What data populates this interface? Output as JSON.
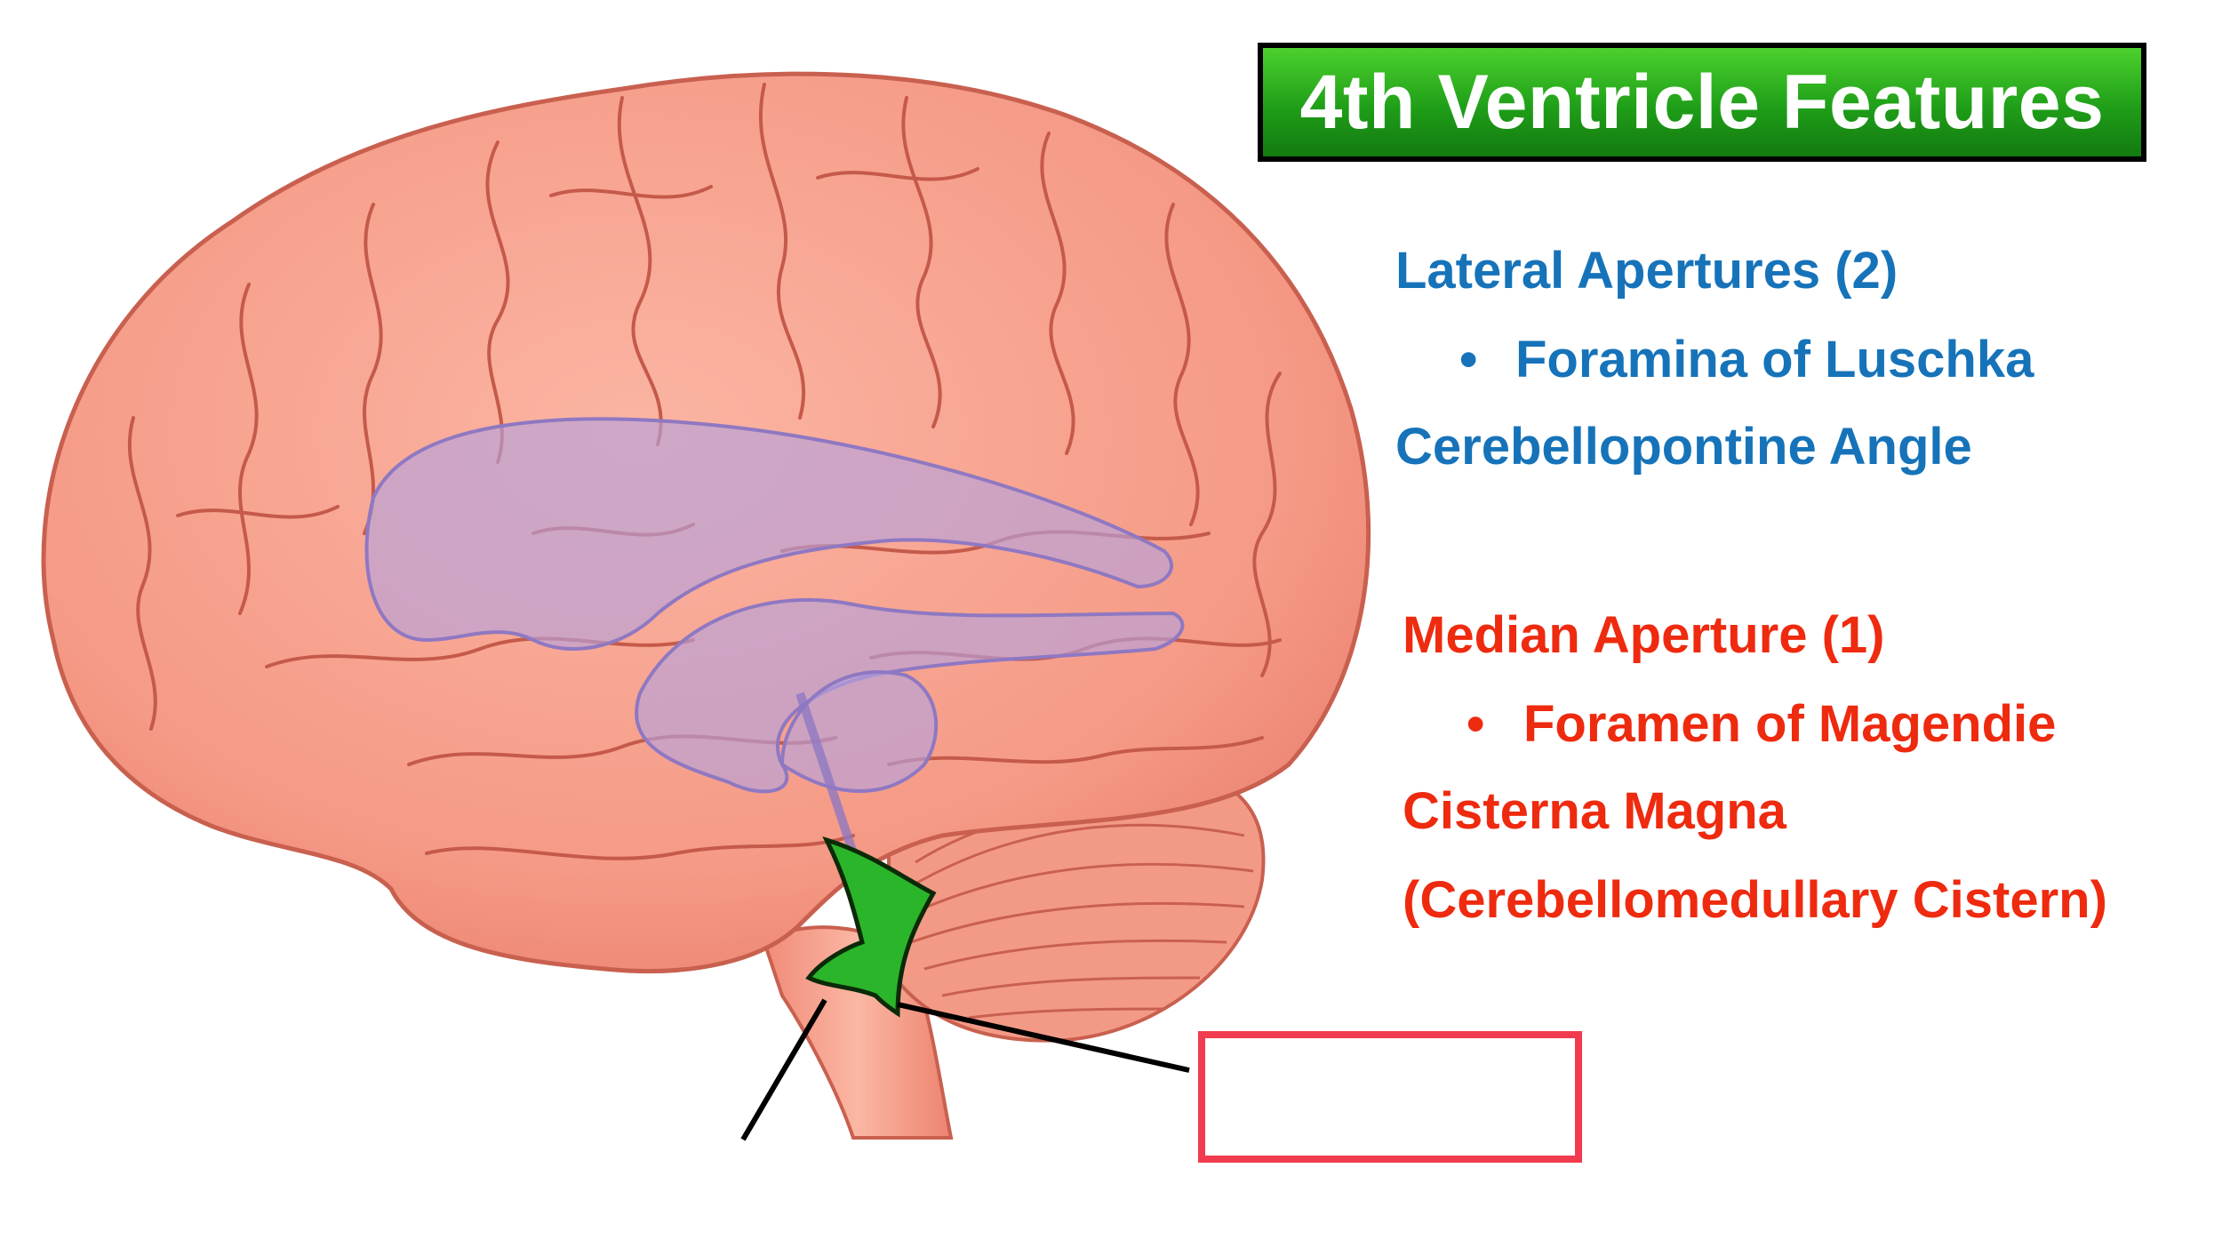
{
  "title": "4th Ventricle Features",
  "lateral": {
    "heading": "Lateral Apertures (2)",
    "bullet": "Foramina of Luschka",
    "location": "Cerebellopontine Angle",
    "color": "#1673b9"
  },
  "median": {
    "heading": "Median Aperture (1)",
    "bullet": "Foramen of Magendie",
    "location": "Cisterna Magna",
    "location_alt": "(Cerebellomedullary Cistern)",
    "color": "#ee2a0f"
  },
  "answer_box": {
    "text": "",
    "border_color": "#f03c4e"
  },
  "figure": {
    "brain_color": "#f7a08c",
    "ventricle_color": "#b7a2dc",
    "fourth_ventricle_color": "#2bb52a"
  }
}
